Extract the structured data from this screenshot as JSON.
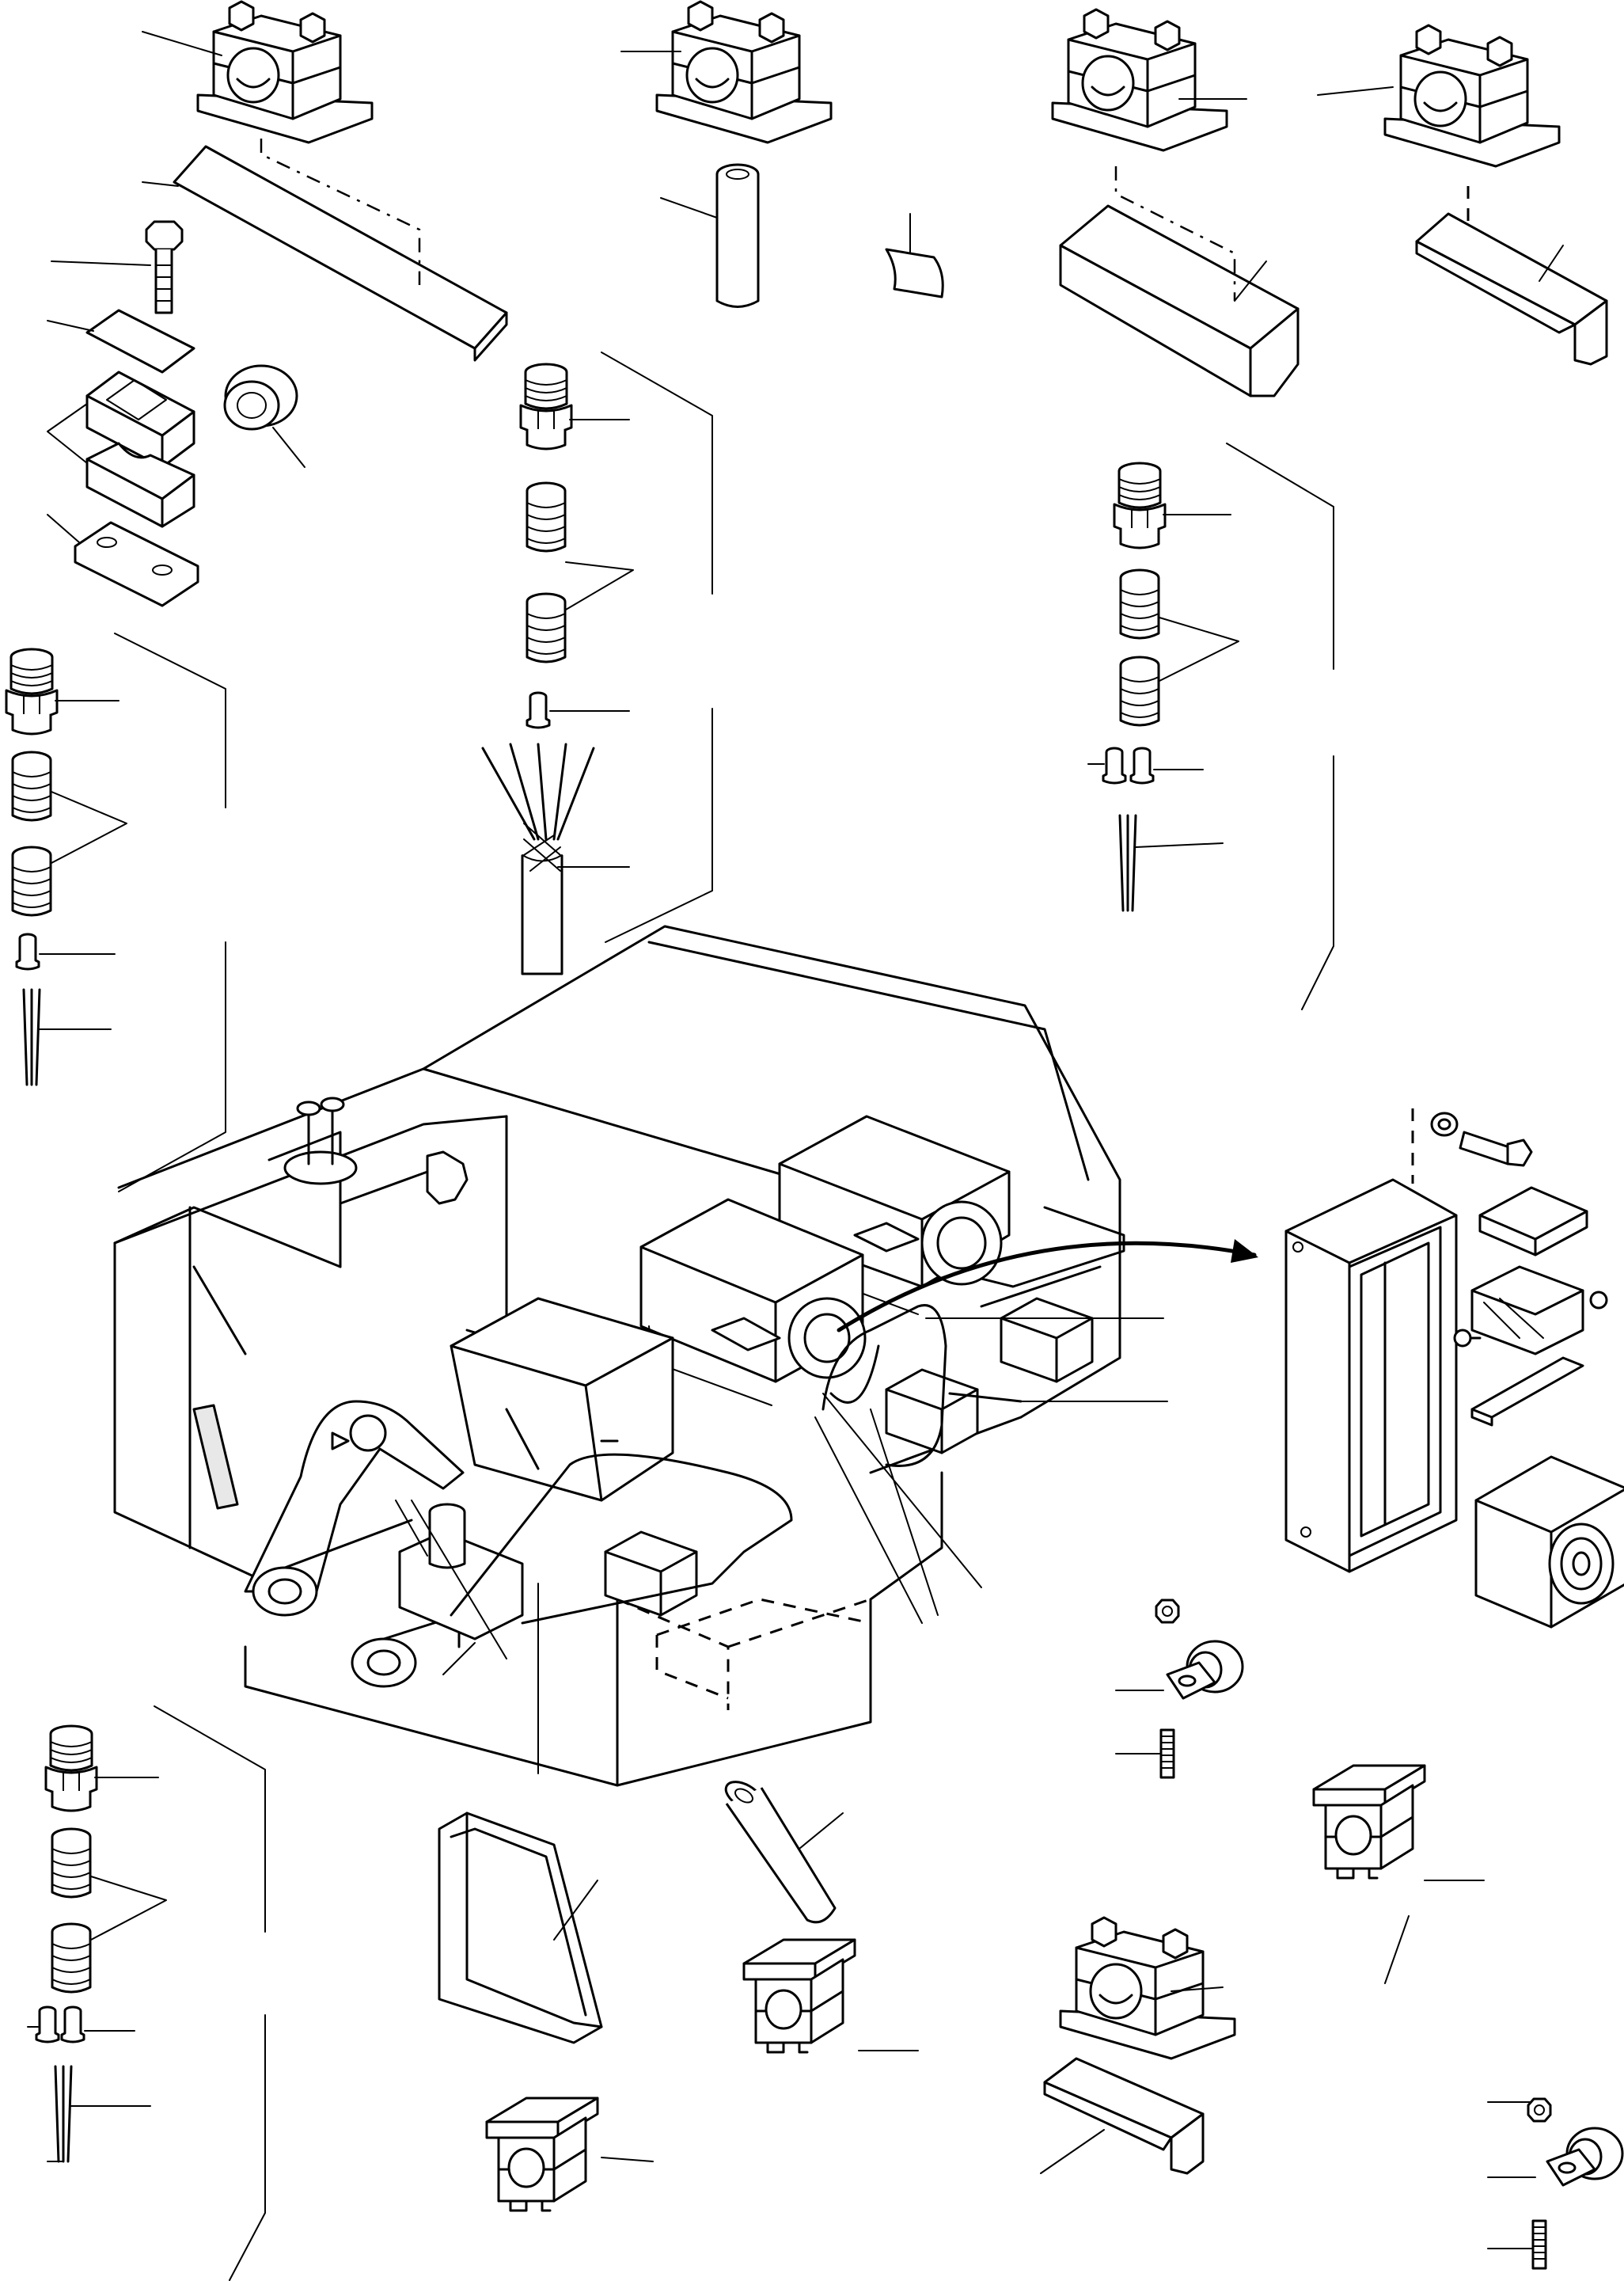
{
  "drawing": {
    "kind": "exploded-view",
    "components": [
      "pipe-clamp",
      "clamp-plate",
      "bolt",
      "grommet",
      "cable-gland",
      "rubber-seal",
      "wire-end-sleeve",
      "cable",
      "hose",
      "angle-bracket",
      "gusset-plate",
      "junction-box",
      "mount-block",
      "p-clip",
      "stud",
      "nut",
      "harness",
      "machine-frame"
    ],
    "colors": {
      "line": "#000000",
      "background": "#ffffff"
    }
  }
}
